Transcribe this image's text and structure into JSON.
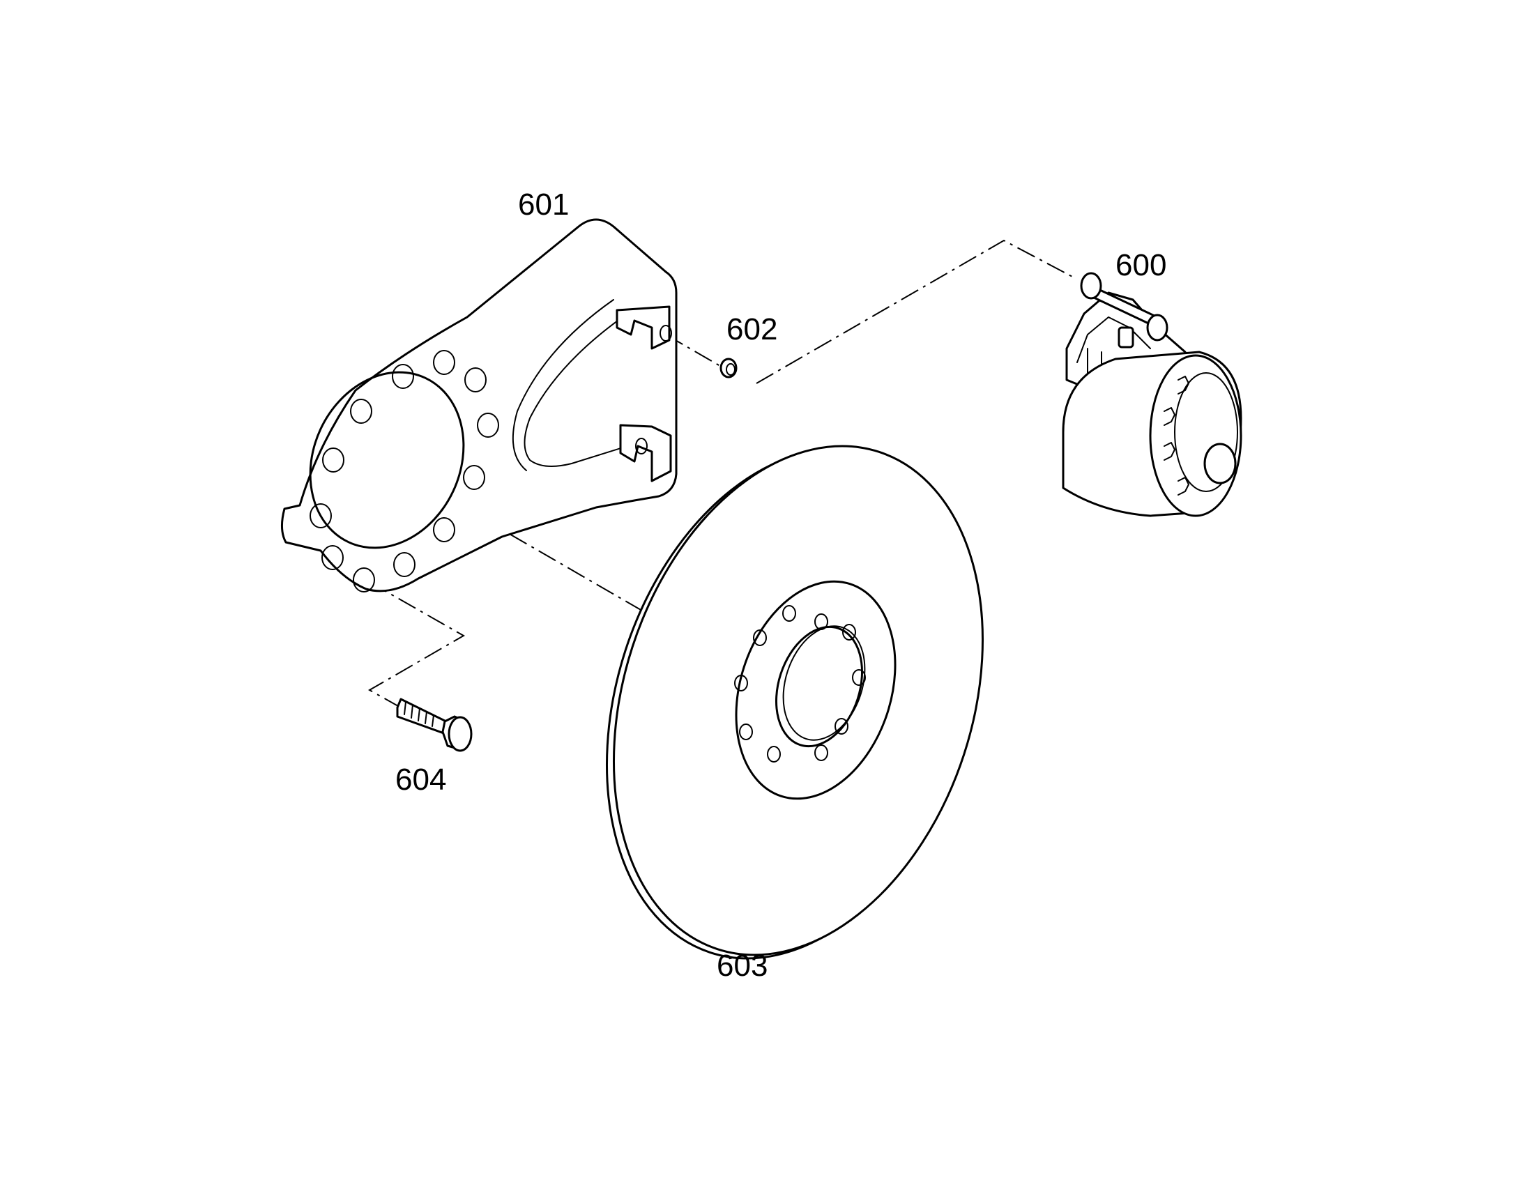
{
  "labels": {
    "part_600": "600",
    "part_601": "601",
    "part_602": "602",
    "part_603": "603",
    "part_604": "604"
  },
  "colors": {
    "line": "#000000",
    "background": "#ffffff"
  }
}
